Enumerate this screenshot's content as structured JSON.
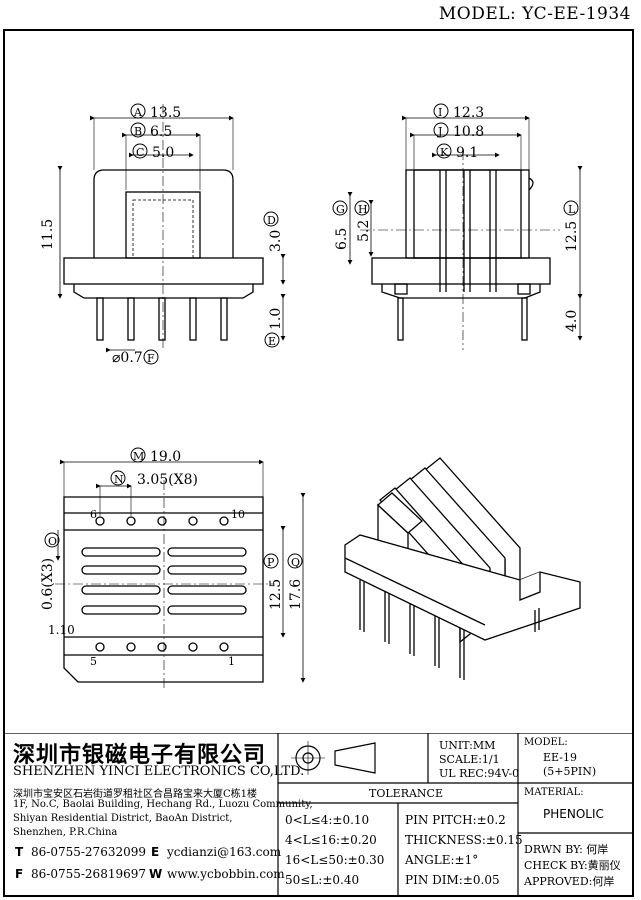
{
  "header": {
    "model_title": "MODEL: YC-EE-1934"
  },
  "front_view": {
    "dims": [
      {
        "id": "A",
        "value": "13.5"
      },
      {
        "id": "B",
        "value": "6.5"
      },
      {
        "id": "C",
        "value": "5.0"
      },
      {
        "id": "D",
        "value": "3.0"
      },
      {
        "id": "E",
        "value": "1.0"
      },
      {
        "id": "F",
        "value": "⌀0.7"
      }
    ],
    "height_label": "11.5"
  },
  "side_view": {
    "dims": [
      {
        "id": "I",
        "value": "12.3"
      },
      {
        "id": "J",
        "value": "10.8"
      },
      {
        "id": "K",
        "value": "9.1"
      },
      {
        "id": "G",
        "value": "6.5"
      },
      {
        "id": "H",
        "value": "5.2"
      },
      {
        "id": "L",
        "value": "12.5"
      }
    ],
    "pin_length": "4.0"
  },
  "bottom_view": {
    "dims": [
      {
        "id": "M",
        "value": "19.0"
      },
      {
        "id": "N",
        "value": "3.05(X8)"
      },
      {
        "id": "O",
        "value": "0.6(X3)"
      },
      {
        "id": "P",
        "value": "12.5"
      },
      {
        "id": "Q",
        "value": "17.6"
      }
    ],
    "slot_label": "1.10",
    "pin_numbers": {
      "top_left": "6",
      "top_right": "10",
      "bottom_left": "5",
      "bottom_right": "1"
    }
  },
  "company": {
    "name_cn": "深圳市银磁电子有限公司",
    "name_en": "SHENZHEN YINCI ELECTRONICS CO,LTD.",
    "address_cn": "深圳市宝安区石岩街道罗租社区合昌路宝来大厦C栋1楼",
    "address_en": [
      "1F, No.C, Baolai Building, Hechang Rd., Luozu Community,",
      "Shiyan Residential District, BaoAn District,",
      "Shenzhen, P.R.China"
    ],
    "tel_label": "T",
    "tel": "86-0755-27632099",
    "fax_label": "F",
    "fax": "86-0755-26819697",
    "email_label": "E",
    "email": "ycdianzi@163.com",
    "web_label": "W",
    "web": "www.ycbobbin.com"
  },
  "units": {
    "unit": "UNIT:MM",
    "scale": "SCALE:1/1",
    "ul": "UL REC:94V-0"
  },
  "model_box": {
    "label": "MODEL:",
    "value1": "EE-19",
    "value2": "(5+5PIN)"
  },
  "material": {
    "label": "MATERIAL:",
    "value": "PHENOLIC"
  },
  "tolerance": {
    "title": "TOLERANCE",
    "left": [
      "0<L≤4:±0.10",
      "4<L≤16:±0.20",
      "16<L≤50:±0.30",
      "50≤L:±0.40"
    ],
    "right": [
      "PIN PITCH:±0.2",
      "THICKNESS:±0.15",
      "ANGLE:±1°",
      "PIN DIM:±0.05"
    ]
  },
  "approval": {
    "drawn": "DRWN BY: 何岸",
    "check": "CHECK BY:黄丽仪",
    "approved": "APPROVED:何岸"
  }
}
